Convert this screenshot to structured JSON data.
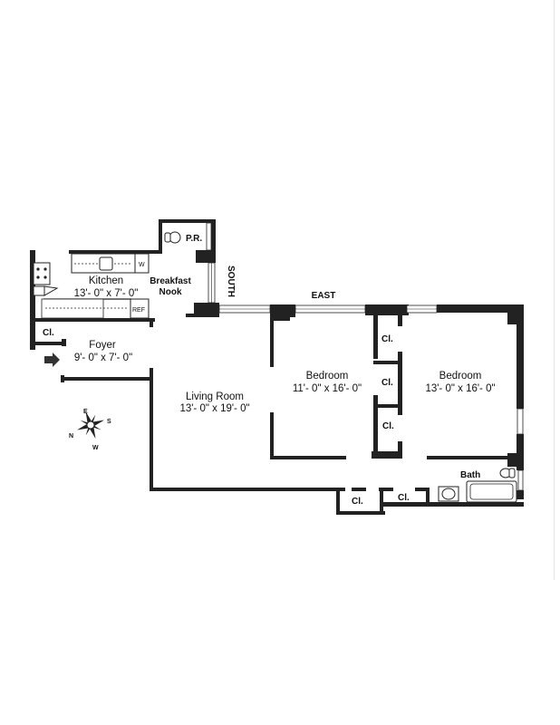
{
  "plan": {
    "orientation": {
      "south_label": "SOUTH",
      "east_label": "EAST",
      "compass": {
        "n": "N",
        "e": "E",
        "s": "S",
        "w": "W"
      }
    },
    "rooms": {
      "kitchen": {
        "name": "Kitchen",
        "dims": "13'- 0\" x 7'- 0\""
      },
      "breakfast_nook": {
        "name_line1": "Breakfast",
        "name_line2": "Nook"
      },
      "powder_room": {
        "name": "P.R."
      },
      "foyer": {
        "name": "Foyer",
        "dims": "9'- 0\" x 7'- 0\""
      },
      "living_room": {
        "name": "Living Room",
        "dims": "13'- 0\" x 19'- 0\""
      },
      "bedroom_1": {
        "name": "Bedroom",
        "dims": "11'- 0\" x 16'- 0\""
      },
      "bedroom_2": {
        "name": "Bedroom",
        "dims": "13'- 0\" x 16'- 0\""
      },
      "bath": {
        "name": "Bath"
      }
    },
    "closets": [
      "Cl.",
      "Cl.",
      "Cl.",
      "Cl.",
      "Cl.",
      "Cl."
    ],
    "fixtures": {
      "washer": "W",
      "refrigerator": "REF"
    },
    "colors": {
      "wall": "#222222",
      "background": "#ffffff"
    }
  }
}
